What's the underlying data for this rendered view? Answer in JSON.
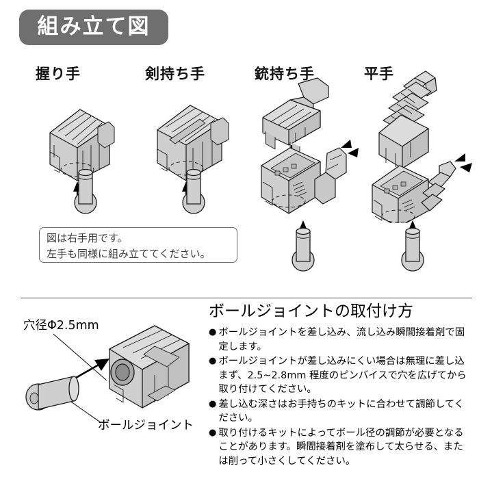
{
  "header": {
    "badge_title": "組み立て図"
  },
  "hands": [
    {
      "label": "握り手",
      "name": "grip-hand",
      "parts": [
        "hand-block",
        "ball-joint-peg"
      ],
      "arrow": "up"
    },
    {
      "label": "剣持ち手",
      "name": "sword-hand",
      "parts": [
        "hand-block",
        "ball-joint-peg"
      ],
      "arrow": "up"
    },
    {
      "label": "銃持ち手",
      "name": "gun-hand",
      "parts": [
        "finger-cover",
        "palm-with-thumb",
        "ball-joint-peg"
      ],
      "arrow": "down"
    },
    {
      "label": "平手",
      "name": "flat-hand",
      "parts": [
        "finger-plate",
        "palm-with-thumb",
        "ball-joint-peg"
      ],
      "arrow": "down"
    }
  ],
  "note": {
    "line1": "図は右手用です。",
    "line2": "左手も同様に組み立ててください。"
  },
  "diagram": {
    "hole_label": "穴径Φ2.5mm",
    "ball_joint_label": "ボールジョイント"
  },
  "howto": {
    "heading": "ボールジョイントの取付け方",
    "bullet_marker": "●",
    "items": [
      "ボールジョイントを差し込み、流し込み瞬間接着剤で固定します。",
      "ボールジョイントが差し込みにくい場合は無理に差し込まず、2.5~2.8mm 程度のピンバイスで穴を広げてから取り付けてください。",
      "差し込む深さはお手持ちのキットに合わせて調節してください。",
      "取り付けるキットによってボール径の調節が必要となることがあります。瞬間接着剤を塗布して太らせる、または削って小さくしてください。"
    ]
  },
  "colors": {
    "badge_bg": "#706f6f",
    "badge_text": "#ffffff",
    "part_fill": "#cfcfcf",
    "part_fill_light": "#dcdcdc",
    "part_fill_dark": "#b4b4b4",
    "outline": "#1a1a1a",
    "note_border": "#6c6c6c",
    "note_text": "#3b3b3b"
  }
}
